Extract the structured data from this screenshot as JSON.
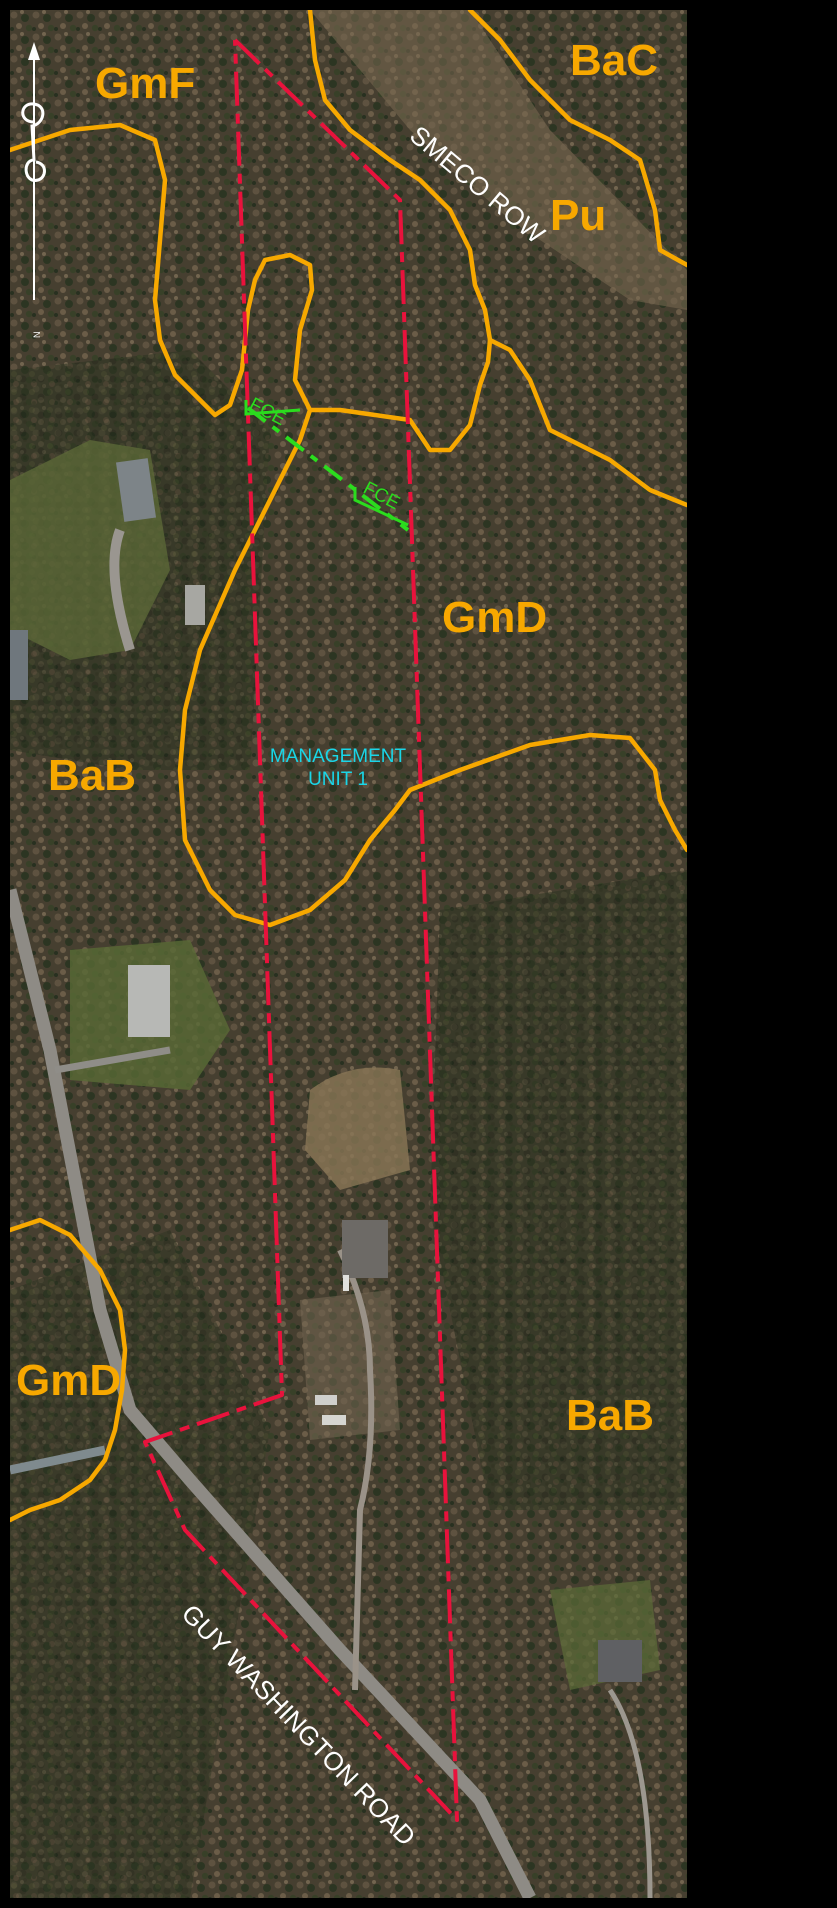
{
  "colors": {
    "soil_boundary": "#f7a800",
    "property_line": "#e8123c",
    "fce_line": "#2bdc1e",
    "management_unit_text": "#19d6e8",
    "road_text": "#ffffff",
    "forest_dark": "#2f3a22",
    "forest_brown": "#5b4d3b",
    "field_green": "#5c6f3a",
    "road_gray": "#8d8a84",
    "frame": "#000000"
  },
  "north_arrow": {
    "icon": "north-arrow-icon",
    "caption": "N"
  },
  "soil_units": [
    {
      "id": "gmf",
      "label": "GmF"
    },
    {
      "id": "bac",
      "label": "BaC"
    },
    {
      "id": "pu",
      "label": "Pu"
    },
    {
      "id": "gmd-east",
      "label": "GmD"
    },
    {
      "id": "bab-west",
      "label": "BaB"
    },
    {
      "id": "gmd-west",
      "label": "GmD"
    },
    {
      "id": "bab-east",
      "label": "BaB"
    }
  ],
  "road_labels": {
    "smeco_row": "SMECO ROW",
    "guy_washington": "GUY WASHINGTON ROAD"
  },
  "management_unit": {
    "line1": "MANAGEMENT",
    "line2": "UNIT 1"
  },
  "fce_labels": {
    "west": "FCE",
    "east": "FCE"
  }
}
